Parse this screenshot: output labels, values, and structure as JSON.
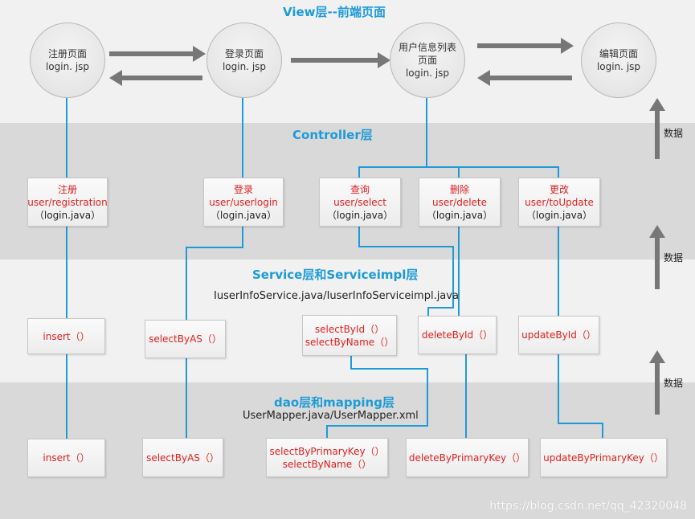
{
  "layers": {
    "view": "View层--前端页面",
    "controller": "Controller层",
    "service": "Service层和Serviceimpl层",
    "service_sub": "IuserInfoService.java/IuserInfoServiceimpl.java",
    "dao": "dao层和mapping层",
    "dao_sub": "UserMapper.java/UserMapper.xml"
  },
  "pages": [
    {
      "name": "注册页面",
      "file": "login. jsp"
    },
    {
      "name": "登录页面",
      "file": "login. jsp"
    },
    {
      "name1": "用户信息列表",
      "name2": "页面",
      "file": "login. jsp"
    },
    {
      "name": "编辑页面",
      "file": "login. jsp"
    }
  ],
  "controllers": [
    {
      "title": "注册",
      "path": "user/registration",
      "file": "（login.java）"
    },
    {
      "title": "登录",
      "path": "user/userlogin",
      "file": "（login.java）"
    },
    {
      "title": "查询",
      "path": "user/select",
      "file": "（login.java）"
    },
    {
      "title": "删除",
      "path": "user/delete",
      "file": "（login.java）"
    },
    {
      "title": "更改",
      "path": "user/toUpdate",
      "file": "（login.java）"
    }
  ],
  "services": [
    {
      "line1": "insert（）"
    },
    {
      "line1": "selectByAS（）"
    },
    {
      "line1": "selectById（）",
      "line2": "selectByName（）"
    },
    {
      "line1": "deleteById（）"
    },
    {
      "line1": "updateById（）"
    }
  ],
  "daos": [
    {
      "line1": "insert（）"
    },
    {
      "line1": "selectByAS（）"
    },
    {
      "line1": "selectByPrimaryKey（）",
      "line2": "selectByName（）"
    },
    {
      "line1": "deleteByPrimaryKey（）"
    },
    {
      "line1": "updateByPrimaryKey（）"
    }
  ],
  "data_label": "数据",
  "watermark": "https://blog.csdn.net/qq_42320048",
  "colors": {
    "connector": "#1e9bd7",
    "arrow": "#777777",
    "method_text": "#e02020",
    "layer_title": "#1e9bd7"
  }
}
